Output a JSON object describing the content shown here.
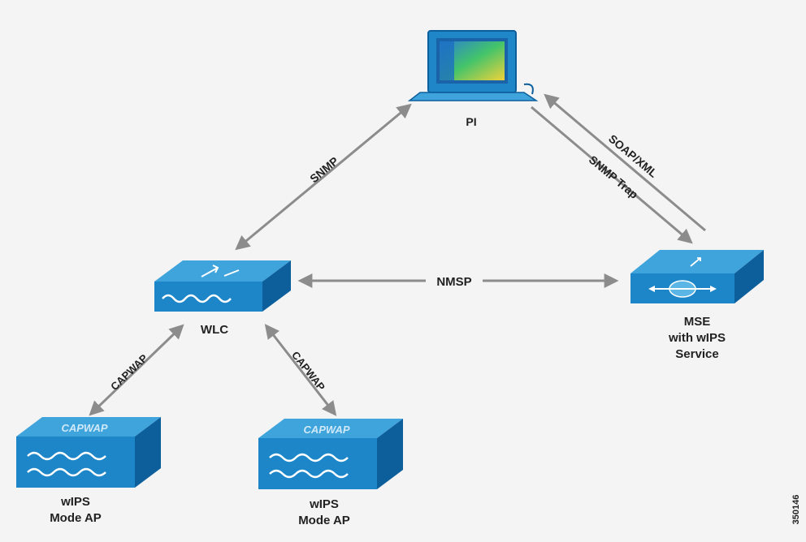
{
  "nodes": {
    "pi": {
      "label": "PI",
      "icon": "laptop-icon"
    },
    "wlc": {
      "label": "WLC",
      "icon": "wireless-lan-controller-icon"
    },
    "mse": {
      "label_lines": [
        "MSE",
        "with wIPS",
        "Service"
      ],
      "icon": "mobility-services-engine-icon"
    },
    "ap_left": {
      "badge": "CAPWAP",
      "label_lines": [
        "wIPS",
        "Mode AP"
      ],
      "icon": "access-point-icon"
    },
    "ap_right": {
      "badge": "CAPWAP",
      "label_lines": [
        "wIPS",
        "Mode AP"
      ],
      "icon": "access-point-icon"
    }
  },
  "links": {
    "wlc_pi": "SNMP",
    "wlc_mse": "NMSP",
    "mse_pi_upper": "SOAP/XML",
    "mse_pi_lower": "SNMP Trap",
    "wlc_ap_left": "CAPWAP",
    "wlc_ap_right": "CAPWAP"
  },
  "figure_id": "350146",
  "colors": {
    "device_top": "#3fa3dc",
    "device_front": "#1c86c9",
    "device_side": "#0d5f9c",
    "arrow": "#8c8c8c"
  }
}
